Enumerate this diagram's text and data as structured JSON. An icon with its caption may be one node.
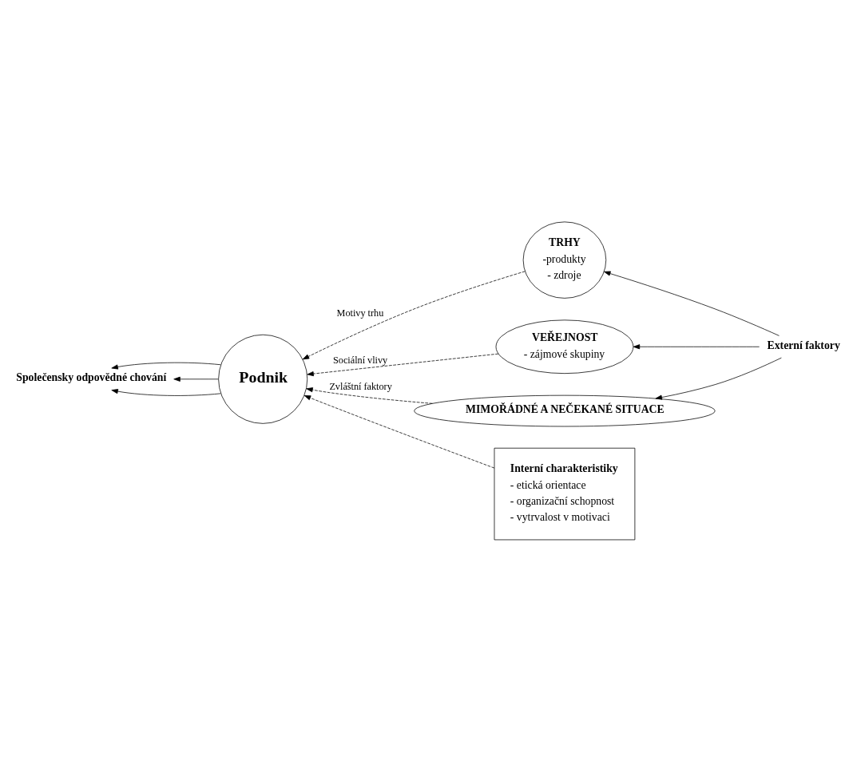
{
  "diagram": {
    "nodes": [
      {
        "text": [
          "Podnik"
        ]
      },
      {
        "text": [
          "TRHY",
          "-produkty",
          "- zdroje"
        ]
      },
      {
        "text": [
          "VEŘEJNOST",
          "- zájmové skupiny"
        ]
      },
      {
        "text": [
          "MIMOŘÁDNÉ A NEČEKANÉ SITUACE"
        ]
      },
      {
        "text": [
          "Interní charakteristiky",
          "- etická orientace",
          "- organizační schopnost",
          "- vytrvalost v motivaci"
        ]
      },
      {
        "text": [
          "Externí faktory"
        ]
      },
      {
        "text": [
          "Společensky odpovědné chování"
        ]
      }
    ],
    "edges": [
      {
        "from": 0,
        "to": 6,
        "arrow": "to"
      },
      {
        "from": 0,
        "to": 6,
        "arrow": "to"
      },
      {
        "from": 0,
        "to": 6,
        "arrow": "to"
      },
      {
        "from": 1,
        "to": 0,
        "arrow": "to",
        "style": "dashed",
        "label": "Motivy trhu"
      },
      {
        "from": 2,
        "to": 0,
        "arrow": "to",
        "style": "dashed",
        "label": "Sociální vlivy"
      },
      {
        "from": 3,
        "to": 0,
        "arrow": "to",
        "style": "dashed",
        "label": "Zvláštní faktory"
      },
      {
        "from": 4,
        "to": 0,
        "arrow": "to",
        "style": "dashed"
      },
      {
        "from": 5,
        "to": 1,
        "arrow": "to"
      },
      {
        "from": 5,
        "to": 2,
        "arrow": "to"
      },
      {
        "from": 5,
        "to": 3,
        "arrow": "to"
      }
    ]
  }
}
